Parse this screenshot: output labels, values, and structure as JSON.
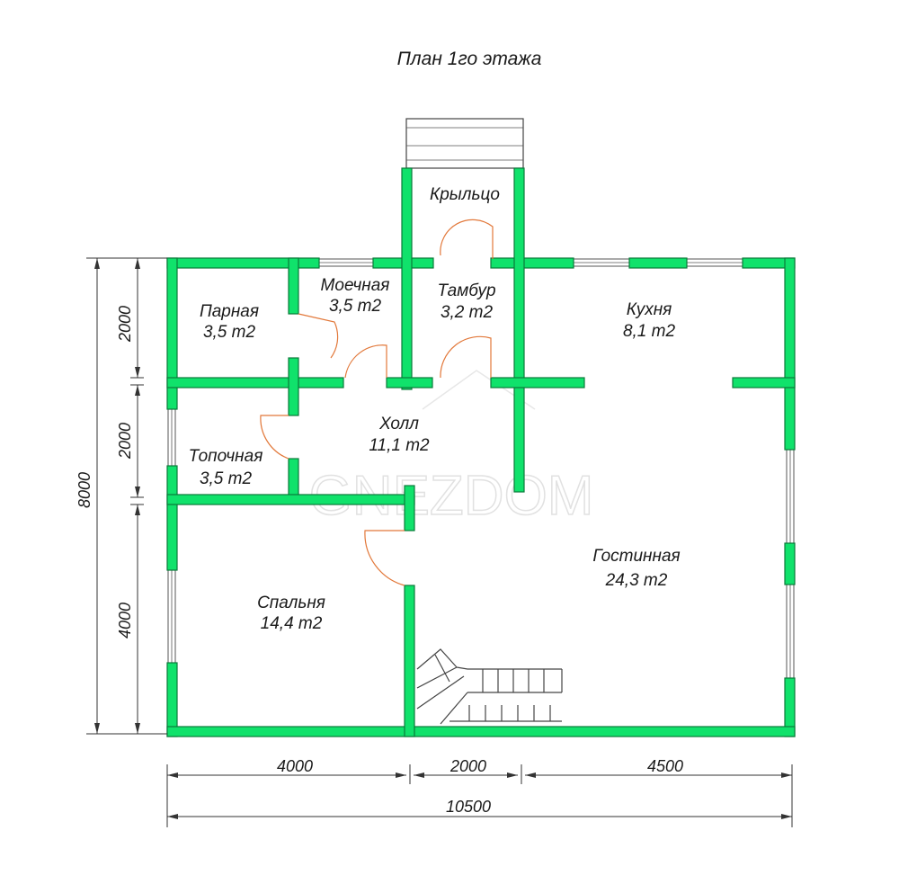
{
  "title": "План 1го этажа",
  "watermark": "GNEZDOM",
  "colors": {
    "wall": "#10e26b",
    "door": "#e2783a",
    "dimension": "#333333"
  },
  "rooms": [
    {
      "id": "krylco",
      "name": "Крыльцо",
      "area": ""
    },
    {
      "id": "parnaya",
      "name": "Парная",
      "area": "3,5 m2"
    },
    {
      "id": "moechnaya",
      "name": "Моечная",
      "area": "3,5 m2"
    },
    {
      "id": "tambur",
      "name": "Тамбур",
      "area": "3,2 m2"
    },
    {
      "id": "kuhnya",
      "name": "Кухня",
      "area": "8,1 m2"
    },
    {
      "id": "holl",
      "name": "Холл",
      "area": "11,1 m2"
    },
    {
      "id": "topochnaya",
      "name": "Топочная",
      "area": "3,5 m2"
    },
    {
      "id": "gostinnaya",
      "name": "Гостинная",
      "area": "24,3 m2"
    },
    {
      "id": "spalnya",
      "name": "Спальня",
      "area": "14,4 m2"
    }
  ],
  "dimensions": {
    "left_total": "8000",
    "left_parts": [
      "2000",
      "2000",
      "4000"
    ],
    "bottom_parts": [
      "4000",
      "2000",
      "4500"
    ],
    "bottom_total": "10500"
  }
}
